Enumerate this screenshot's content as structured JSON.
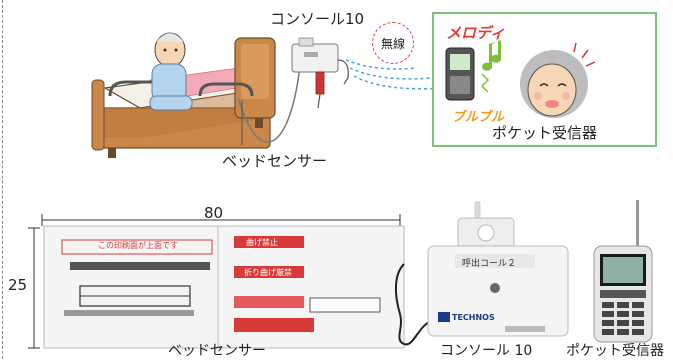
{
  "top": {
    "console_label": "コンソール10",
    "wireless_label": "無線",
    "sensor_label": "ベッドセンサー",
    "melody_label": "メロディ",
    "vibrate_label": "ブルブル",
    "receiver_label": "ポケット受信器"
  },
  "bottom": {
    "width_dim": "80",
    "height_dim": "25",
    "sensor_label": "ベッドセンサー",
    "console_label": "コンソール 10",
    "receiver_label": "ポケット受信器",
    "mat_warning_1": "この印刷面が上面です",
    "mat_warning_2": "曲げ禁止",
    "mat_warning_3": "折り曲げ厳禁",
    "console_device_text": "呼出コール２",
    "console_brand": "TECHNOS"
  },
  "colors": {
    "accent_green": "#7cc37a",
    "warn_red": "#d83a3a",
    "melody_red": "#e53935",
    "vibrate_orange": "#f39a1e"
  }
}
